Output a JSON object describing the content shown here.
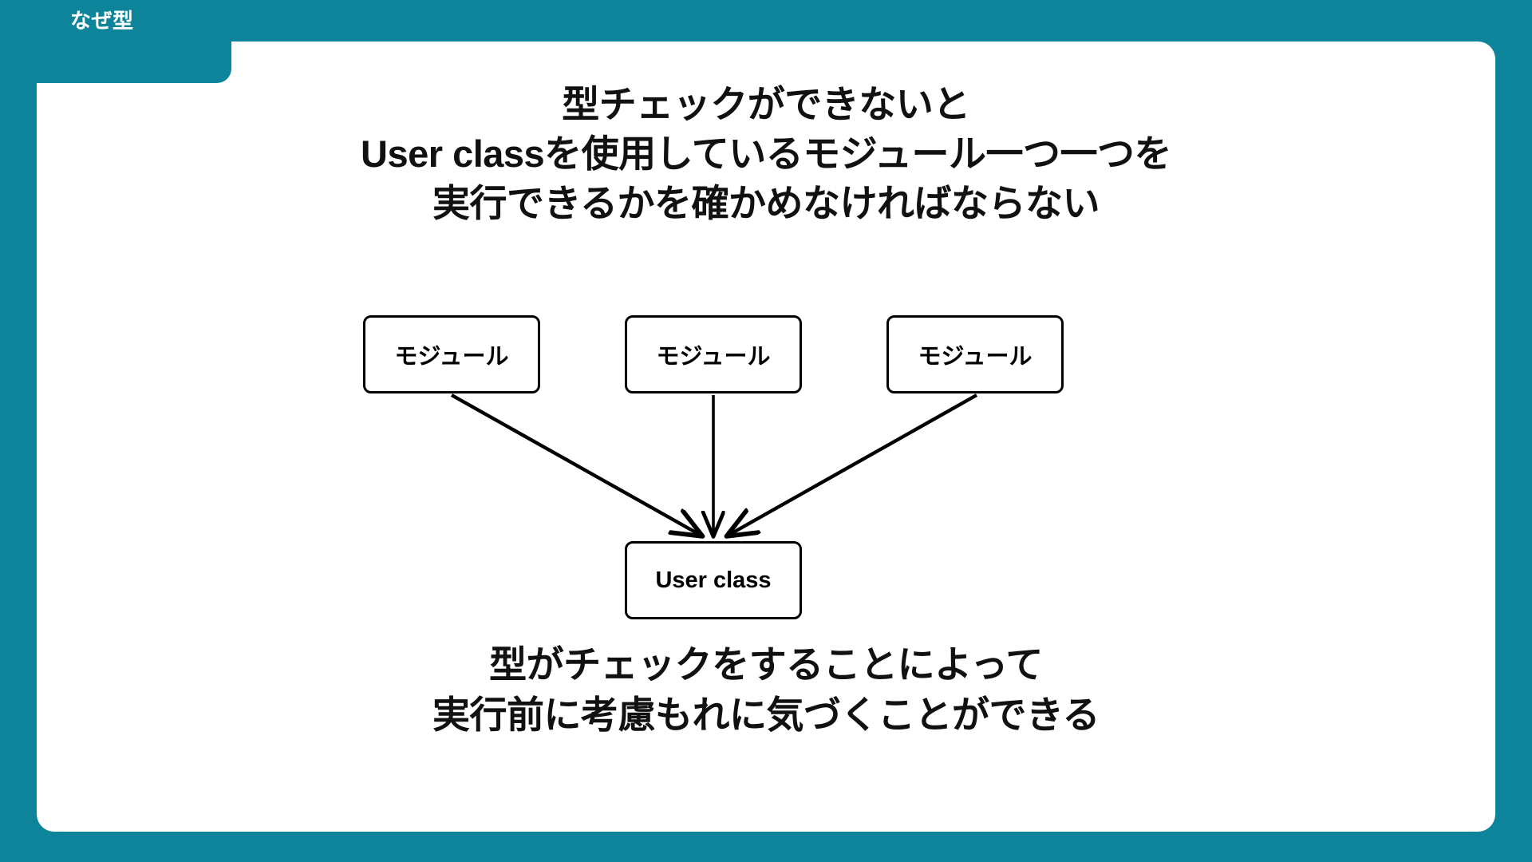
{
  "slide": {
    "background_color": "#0d8499",
    "card_color": "#ffffff",
    "text_color": "#111111"
  },
  "section_tab": {
    "label": "なぜ型"
  },
  "headline": {
    "lines": [
      "型チェックができないと",
      "User classを使用しているモジュール一つ一つを",
      "実行できるかを確かめなければならない"
    ]
  },
  "diagram": {
    "type": "flow",
    "nodes": [
      {
        "id": "module-1",
        "label": "モジュール"
      },
      {
        "id": "module-2",
        "label": "モジュール"
      },
      {
        "id": "module-3",
        "label": "モジュール"
      },
      {
        "id": "user-class",
        "label": "User class"
      }
    ],
    "edges": [
      {
        "from": "module-1",
        "to": "user-class",
        "arrow": true
      },
      {
        "from": "module-2",
        "to": "user-class",
        "arrow": true
      },
      {
        "from": "module-3",
        "to": "user-class",
        "arrow": true
      }
    ],
    "stroke_color": "#000000"
  },
  "footer": {
    "lines": [
      "型がチェックをすることによって",
      "実行前に考慮もれに気づくことができる"
    ]
  }
}
